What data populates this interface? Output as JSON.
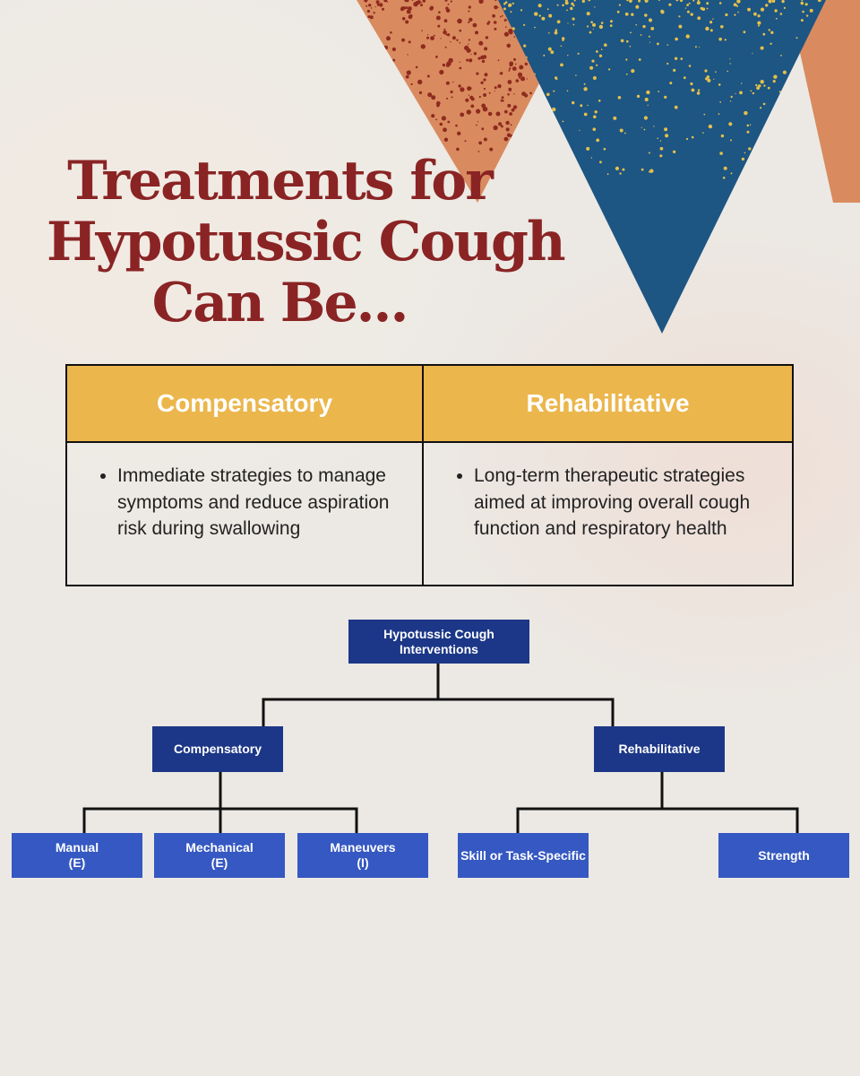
{
  "title": {
    "line1": "Treatments for",
    "line2": "Hypotussic Cough",
    "line3": "Can Be..."
  },
  "table": {
    "columns": [
      {
        "header": "Compensatory",
        "bullet": "Immediate strategies to manage symptoms and reduce aspiration risk during swallowing"
      },
      {
        "header": "Rehabilitative",
        "bullet": "Long-term therapeutic strategies aimed at improving overall cough function and respiratory health"
      }
    ]
  },
  "tree": {
    "root": {
      "line1": "Hypotussic Cough",
      "line2": "Interventions"
    },
    "compensatory": {
      "label": "Compensatory",
      "children": [
        {
          "line1": "Manual",
          "line2": "(E)"
        },
        {
          "line1": "Mechanical",
          "line2": "(E)"
        },
        {
          "line1": "Maneuvers",
          "line2": "(I)"
        }
      ]
    },
    "rehabilitative": {
      "label": "Rehabilitative",
      "children": [
        {
          "line1": "Skill or Task-Specific"
        },
        {
          "line1": "Strength"
        }
      ]
    }
  },
  "colors": {
    "title": "#8a2424",
    "table_header": "#ebb64c",
    "node_dark": "#1c3787",
    "node_leaf": "#3558c2",
    "triangle_blue": "#1d5583",
    "triangle_orange": "#d98b5f",
    "speckle_red": "#8e2a1e",
    "speckle_yellow": "#e4c04a"
  }
}
